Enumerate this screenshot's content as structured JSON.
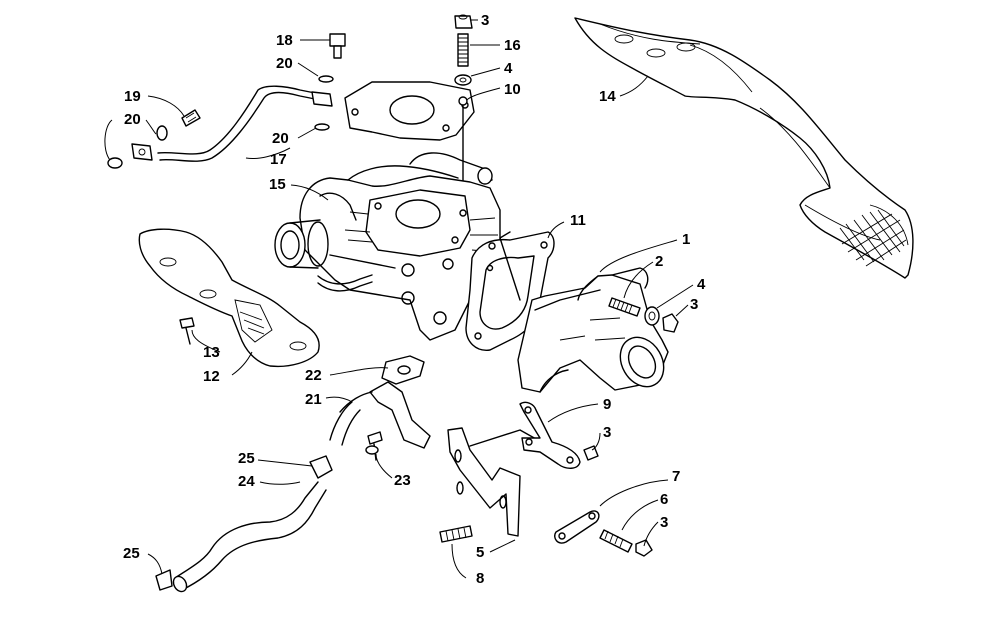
{
  "diagram": {
    "callouts": [
      {
        "id": "c1",
        "label": "1"
      },
      {
        "id": "c2",
        "label": "2"
      },
      {
        "id": "c3a",
        "label": "3"
      },
      {
        "id": "c3b",
        "label": "3"
      },
      {
        "id": "c3c",
        "label": "3"
      },
      {
        "id": "c3d",
        "label": "3"
      },
      {
        "id": "c4a",
        "label": "4"
      },
      {
        "id": "c4b",
        "label": "4"
      },
      {
        "id": "c5",
        "label": "5"
      },
      {
        "id": "c6",
        "label": "6"
      },
      {
        "id": "c7",
        "label": "7"
      },
      {
        "id": "c8",
        "label": "8"
      },
      {
        "id": "c9",
        "label": "9"
      },
      {
        "id": "c10",
        "label": "10"
      },
      {
        "id": "c11",
        "label": "11"
      },
      {
        "id": "c12",
        "label": "12"
      },
      {
        "id": "c13",
        "label": "13"
      },
      {
        "id": "c14",
        "label": "14"
      },
      {
        "id": "c15",
        "label": "15"
      },
      {
        "id": "c16",
        "label": "16"
      },
      {
        "id": "c17",
        "label": "17"
      },
      {
        "id": "c18",
        "label": "18"
      },
      {
        "id": "c19",
        "label": "19"
      },
      {
        "id": "c20a",
        "label": "20"
      },
      {
        "id": "c20b",
        "label": "20"
      },
      {
        "id": "c20c",
        "label": "20"
      },
      {
        "id": "c21",
        "label": "21"
      },
      {
        "id": "c22",
        "label": "22"
      },
      {
        "id": "c23",
        "label": "23"
      },
      {
        "id": "c24",
        "label": "24"
      },
      {
        "id": "c25a",
        "label": "25"
      },
      {
        "id": "c25b",
        "label": "25"
      }
    ]
  }
}
